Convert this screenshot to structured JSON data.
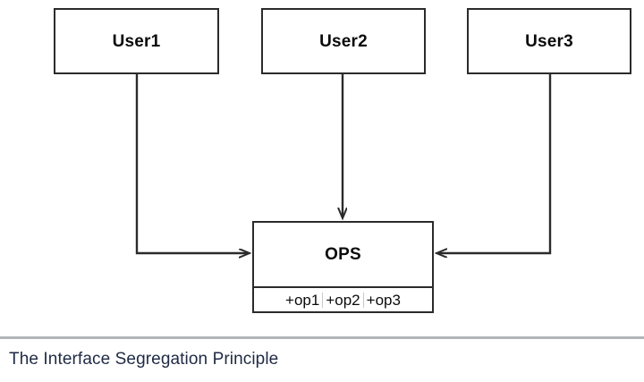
{
  "diagram": {
    "type": "uml-class-diagram",
    "title": "The Interface Segregation Principle",
    "background_color": "#ffffff",
    "stroke_color": "#2b2b2b",
    "text_color": "#0b0b0b",
    "classes": [
      {
        "id": "user1",
        "name": "User1",
        "operations": []
      },
      {
        "id": "user2",
        "name": "User2",
        "operations": []
      },
      {
        "id": "user3",
        "name": "User3",
        "operations": []
      },
      {
        "id": "ops",
        "name": "OPS",
        "operations": [
          "+op1",
          "+op2",
          "+op3"
        ]
      }
    ],
    "relationships": [
      {
        "from": "User1",
        "to": "OPS",
        "kind": "dependency-arrow",
        "enters": "left"
      },
      {
        "from": "User2",
        "to": "OPS",
        "kind": "dependency-arrow",
        "enters": "top"
      },
      {
        "from": "User3",
        "to": "OPS",
        "kind": "dependency-arrow",
        "enters": "right"
      }
    ]
  },
  "caption": {
    "text": "The Interface Segregation Principle",
    "rule_color": "#b2b4b8",
    "text_color": "#1f2a44"
  }
}
